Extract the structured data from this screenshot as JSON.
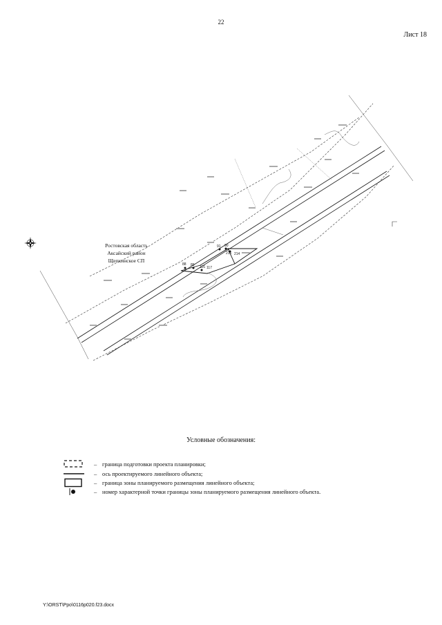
{
  "header": {
    "page_number": "22",
    "sheet": "Лист 18"
  },
  "map": {
    "location_labels": [
      "Ростовская область",
      "Аксайский район",
      "Щепкинское СП"
    ],
    "point_numbers": [
      "91",
      "90",
      "215",
      "214",
      "88",
      "89",
      "116",
      "117"
    ],
    "compass_icon": "compass-rose-icon"
  },
  "legend": {
    "title": "Условные обозначения:",
    "dash": "–",
    "items": [
      {
        "icon": "dashed-rectangle-icon",
        "text": "граница подготовки проекта планировки;"
      },
      {
        "icon": "axis-line-icon",
        "text": "ось проектируемого линейного объекта;"
      },
      {
        "icon": "solid-rectangle-icon",
        "text": "граница зоны планируемого размещения линейного объекта;"
      },
      {
        "icon": "point-marker-icon",
        "text": "номер характерной точки границы зоны планируемого размещения линейного объекта."
      }
    ]
  },
  "footer": {
    "path": "Y:\\ORST\\Ppo\\0116p020.f23.docx"
  }
}
